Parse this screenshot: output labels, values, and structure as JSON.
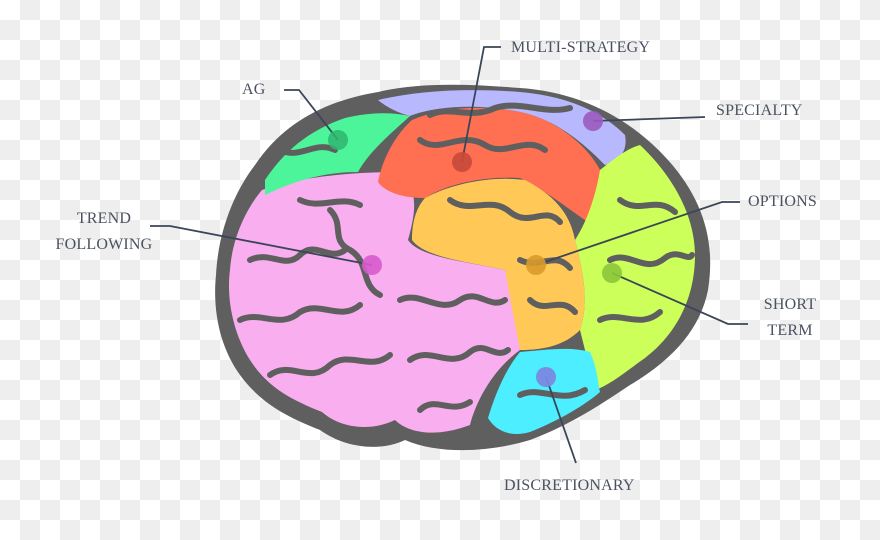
{
  "diagram": {
    "title": "",
    "regions": [
      {
        "id": "ag",
        "label": "AG",
        "color": "#4cf59a"
      },
      {
        "id": "multi-strategy",
        "label": "MULTI-STRATEGY",
        "color": "#ff6f52"
      },
      {
        "id": "specialty",
        "label": "SPECIALTY",
        "color": "#b8b8ff"
      },
      {
        "id": "options",
        "label": "OPTIONS",
        "color": "#ffc857"
      },
      {
        "id": "short-term",
        "label_line1": "SHORT",
        "label_line2": "TERM",
        "color": "#ccff5a"
      },
      {
        "id": "trend-following",
        "label_line1": "TREND",
        "label_line2": "FOLLOWING",
        "color": "#f9aef0"
      },
      {
        "id": "discretionary",
        "label": "DISCRETIONARY",
        "color": "#4ceeff"
      }
    ],
    "outline_color": "#5f5f5f",
    "label_color": "#4a5260",
    "leader_color": "#3a4658"
  }
}
